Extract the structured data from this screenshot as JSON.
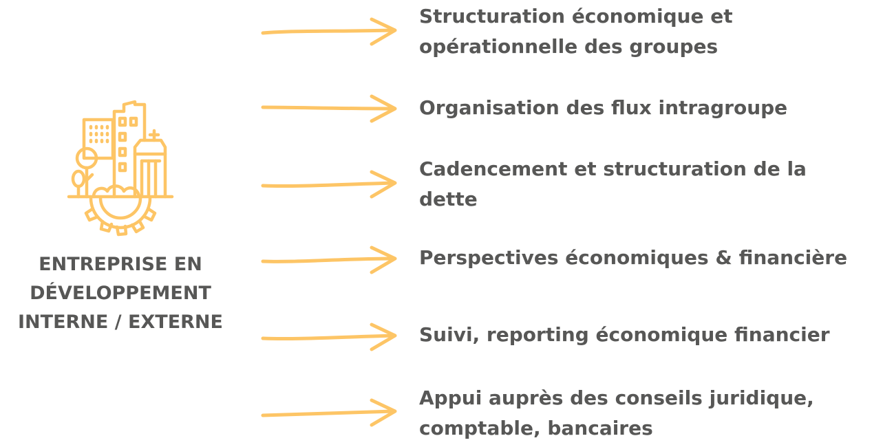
{
  "left": {
    "icon": "city-buildings-gear-icon",
    "title_lines": [
      "ENTREPRISE EN",
      "DÉVELOPPEMENT",
      "INTERNE / EXTERNE"
    ]
  },
  "items": [
    {
      "lines": [
        "Structuration économique et",
        "opérationnelle des groupes"
      ]
    },
    {
      "lines": [
        "Organisation des flux intragroupe"
      ]
    },
    {
      "lines": [
        "Cadencement et structuration de la",
        "dette"
      ]
    },
    {
      "lines": [
        "Perspectives économiques & financière"
      ]
    },
    {
      "lines": [
        "Suivi, reporting économique financier"
      ]
    },
    {
      "lines": [
        "Appui auprès des conseils juridique,",
        "comptable, bancaires"
      ]
    }
  ],
  "colors": {
    "accent": "#FDC566",
    "text": "#575756"
  }
}
